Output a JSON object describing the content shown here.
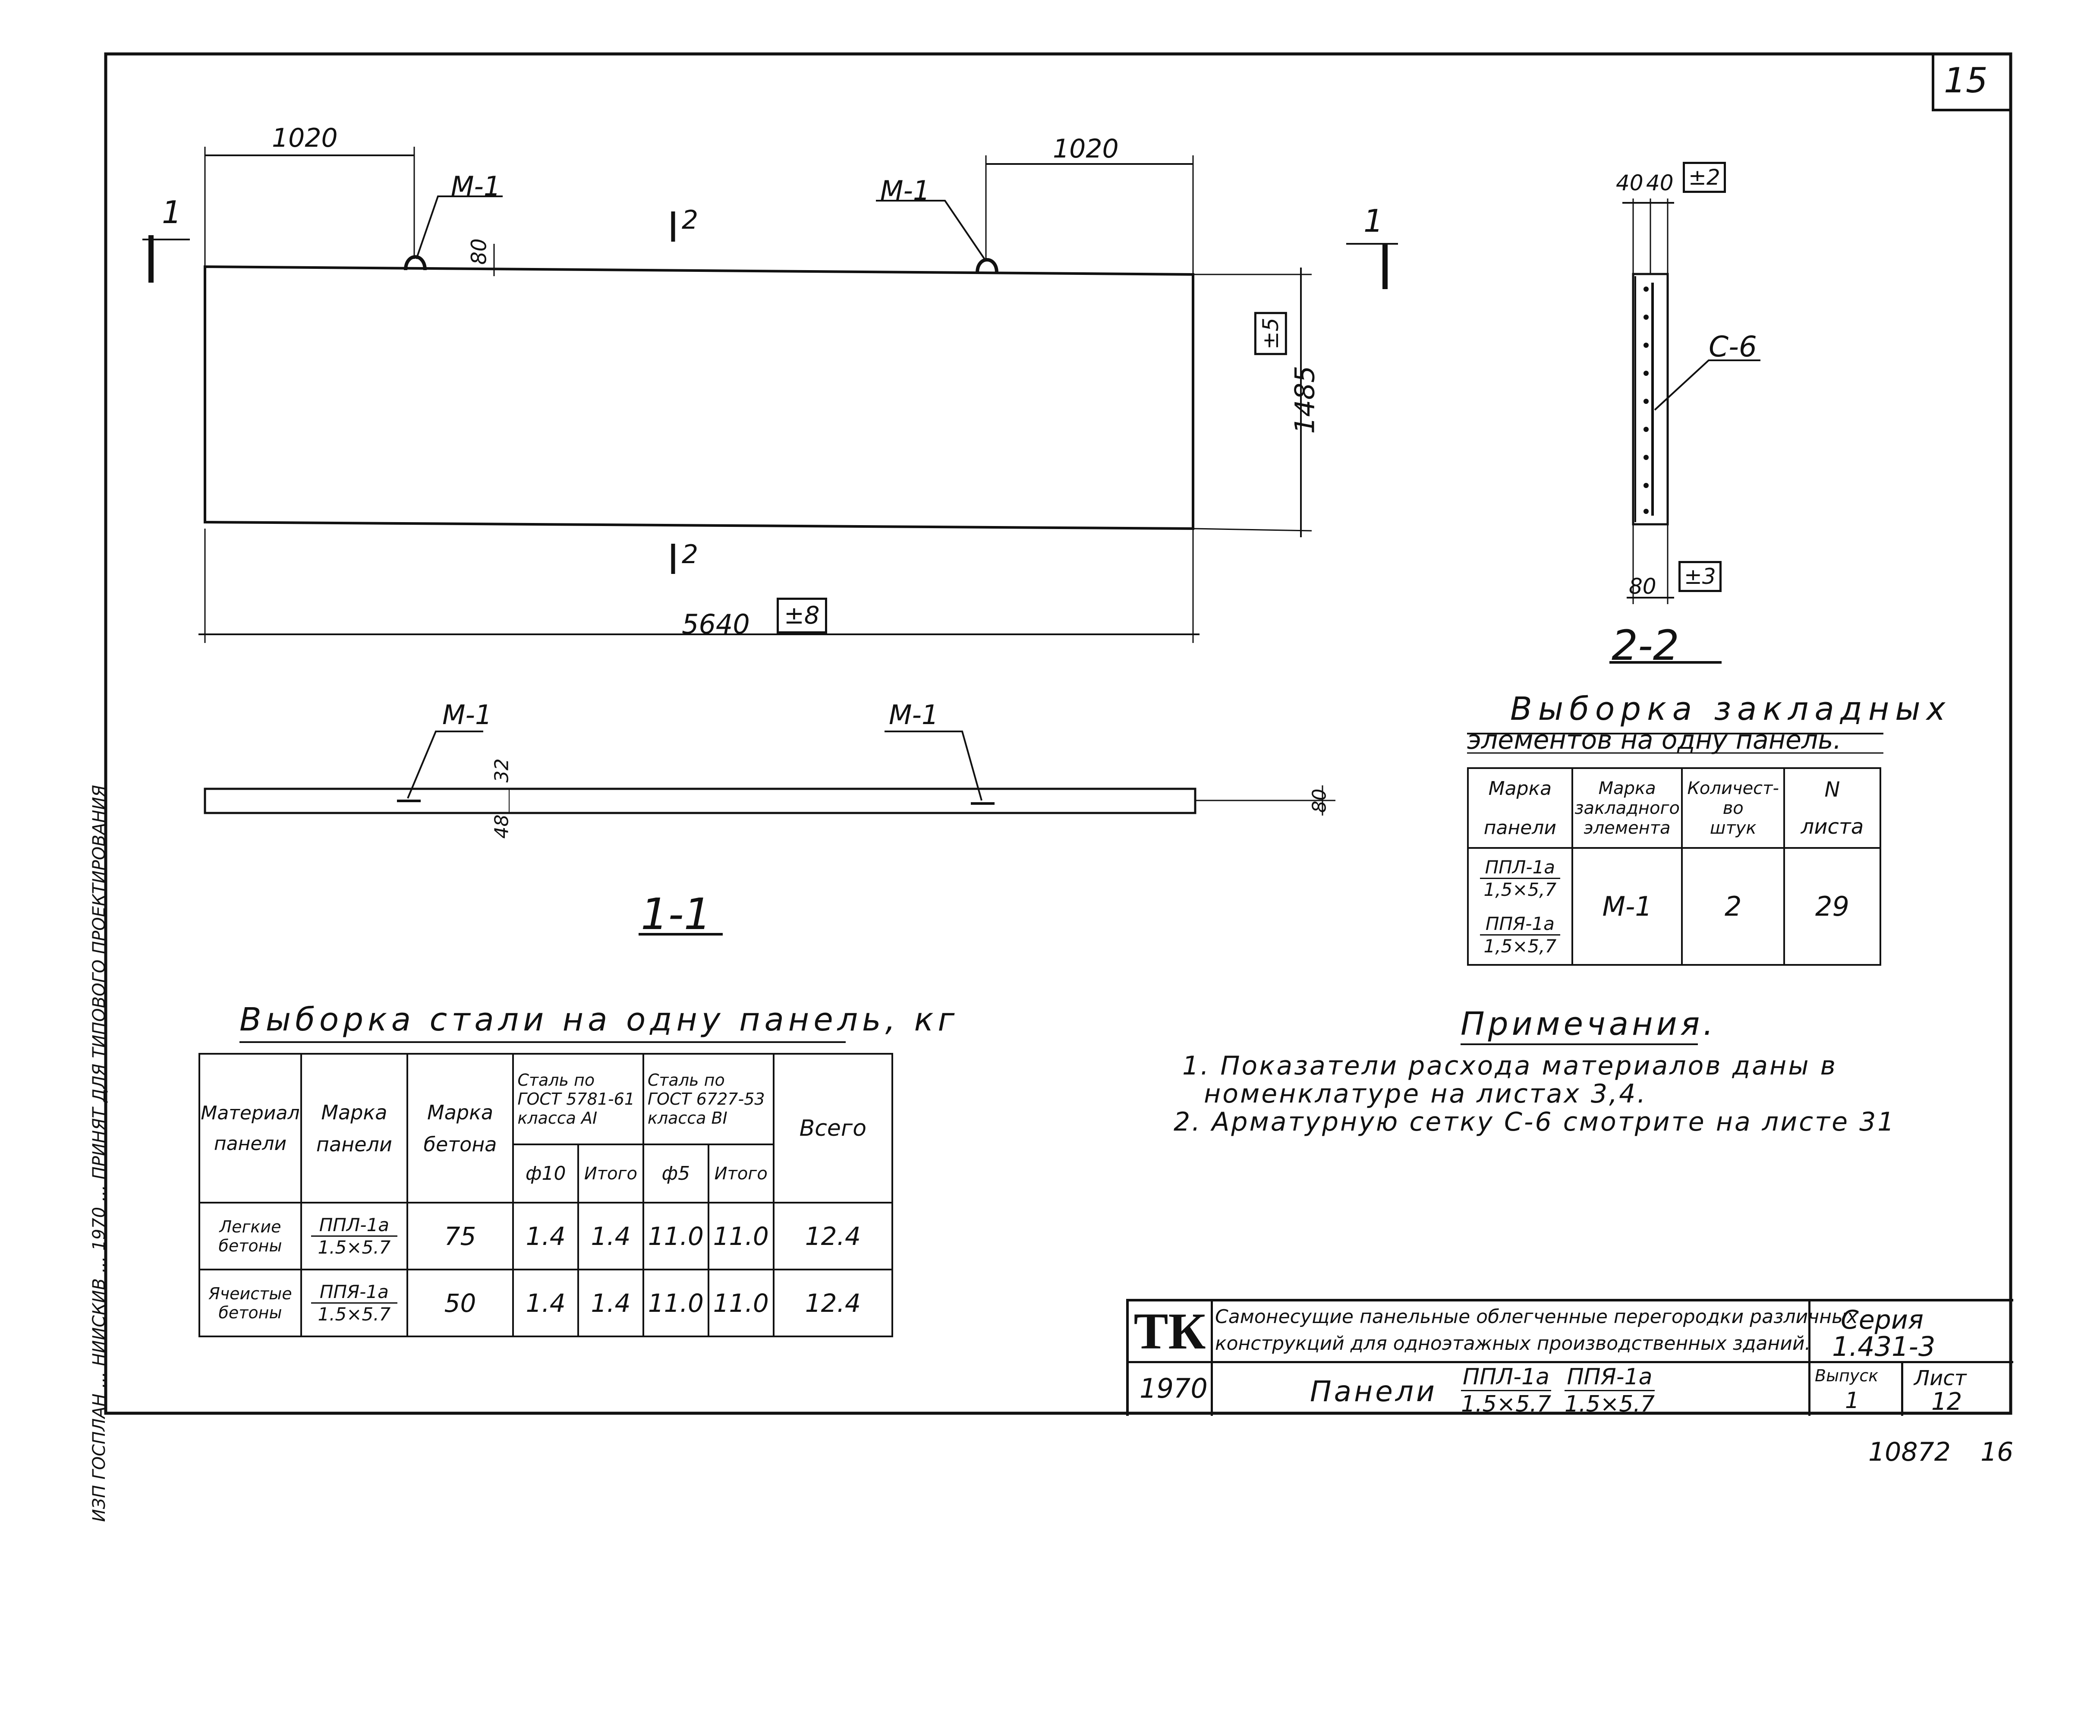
{
  "sheet": {
    "page_number": "15",
    "bottom_code": "10872",
    "bottom_page": "16",
    "side_stamp": "ИЗП ГОСПЛАН ... НИИСКИВ ... 1970 ... ПРИНЯТ ДЛЯ ТИПОВОГО ПРОЕКТИРОВАНИЯ"
  },
  "plan": {
    "dim_left": "1020",
    "dim_right": "1020",
    "label_m1_left": "М-1",
    "label_m1_right": "М-1",
    "cut_1_left": "1",
    "cut_1_right": "1",
    "cut_2_top": "2",
    "cut_2_bottom": "2",
    "dim_80": "80",
    "dim_height": "1485",
    "tol_height": "±5",
    "dim_length": "5640",
    "tol_length": "±8"
  },
  "section22": {
    "dim_40a": "40",
    "dim_40b": "40",
    "tol_top": "±2",
    "label_c6": "С-6",
    "dim_80": "80",
    "tol_bottom": "±3",
    "title": "2-2"
  },
  "section11": {
    "label_m1_left": "М-1",
    "label_m1_right": "М-1",
    "dim_32": "32",
    "dim_48": "48",
    "dim_80": "80",
    "title": "1-1"
  },
  "embedded_table": {
    "title_line1": "Выборка закладных",
    "title_line2": "элементов на одну панель.",
    "headers": [
      "Марка панели",
      "Марка закладного элемента",
      "Количест- во штук",
      "N листа"
    ],
    "h1a": "Марка",
    "h1b": "панели",
    "h2a": "Марка",
    "h2b": "закладного",
    "h2c": "элемента",
    "h3a": "Количест-",
    "h3b": "во",
    "h3c": "штук",
    "h4a": "N",
    "h4b": "листа",
    "panel1_a": "ППЛ-1а",
    "panel1_b": "1,5×5,7",
    "panel2_a": "ППЯ-1а",
    "panel2_b": "1,5×5,7",
    "element": "М-1",
    "qty": "2",
    "sheet": "29"
  },
  "steel_table": {
    "title": "Выборка стали на одну панель, кг",
    "h_material_a": "Материал",
    "h_material_b": "панели",
    "h_mark_a": "Марка",
    "h_mark_b": "панели",
    "h_concrete_a": "Марка",
    "h_concrete_b": "бетона",
    "h_steel1_a": "Сталь по",
    "h_steel1_b": "ГОСТ 5781-61",
    "h_steel1_c": "класса АI",
    "h_steel2_a": "Сталь по",
    "h_steel2_b": "ГОСТ 6727-53",
    "h_steel2_c": "класса ВI",
    "h_total": "Всего",
    "h_d10": "ф10",
    "h_itogo1": "Итого",
    "h_d5": "ф5",
    "h_itogo2": "Итого",
    "rows": [
      {
        "mat_a": "Легкие",
        "mat_b": "бетоны",
        "mark_a": "ППЛ-1а",
        "mark_b": "1.5×5.7",
        "concrete": "75",
        "d10": "1.4",
        "itogo1": "1.4",
        "d5": "11.0",
        "itogo2": "11.0",
        "total": "12.4"
      },
      {
        "mat_a": "Ячеистые",
        "mat_b": "бетоны",
        "mark_a": "ППЯ-1а",
        "mark_b": "1.5×5.7",
        "concrete": "50",
        "d10": "1.4",
        "itogo1": "1.4",
        "d5": "11.0",
        "itogo2": "11.0",
        "total": "12.4"
      }
    ]
  },
  "notes": {
    "title": "Примечания.",
    "line1": "1. Показатели расхода материалов даны в",
    "line1b": "номенклатуре на листах 3,4.",
    "line2": "2. Арматурную сетку С-6 смотрите на листе 31"
  },
  "title_block": {
    "logo": "ТК",
    "desc_line1": "Самонесущие панельные облегченные перегородки различных",
    "desc_line2": "конструкций для одноэтажных производственных зданий.",
    "year": "1970",
    "panels_label": "Панели",
    "panel_a_top": "ППЛ-1а",
    "panel_a_bottom": "1.5×5.7",
    "panel_b_top": "ППЯ-1а",
    "panel_b_bottom": "1.5×5.7",
    "series_label": "Серия",
    "series_value": "1.431-3",
    "issue_label": "Выпуск",
    "issue_value": "1",
    "sheet_label": "Лист",
    "sheet_value": "12"
  }
}
